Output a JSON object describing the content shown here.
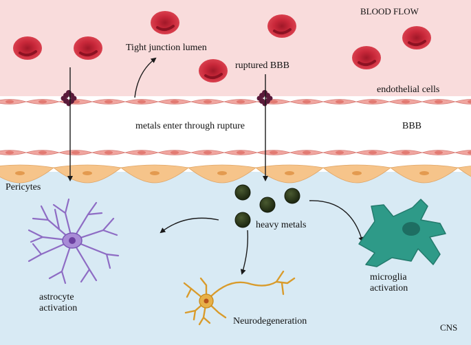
{
  "diagram": {
    "regions": {
      "blood": "BLOOD FLOW",
      "bbb": "BBB",
      "cns": "CNS"
    },
    "labels": {
      "tight_junction": "Tight junction lumen",
      "ruptured": "ruptured BBB",
      "endothelial": "endothelial cells",
      "metals_enter": "metals enter through rupture",
      "pericytes": "Pericytes",
      "heavy_metals": "heavy metals",
      "astrocyte_line1": "astrocyte",
      "astrocyte_line2": "activation",
      "microglia_line1": "microglia",
      "microglia_line2": "activation",
      "neurodegeneration": "Neurodegeneration"
    },
    "colors": {
      "blood_bg": "#f9dcdc",
      "cns_bg": "#d8eaf4",
      "rbc": "#c9283a",
      "endothelial_cell": "#f0a6a0",
      "pericyte": "#f6c48a",
      "metal": "#2f3d1f",
      "astrocyte": "#8e6cc4",
      "microglia": "#2e9a88",
      "neuron": "#d99b2b"
    }
  }
}
